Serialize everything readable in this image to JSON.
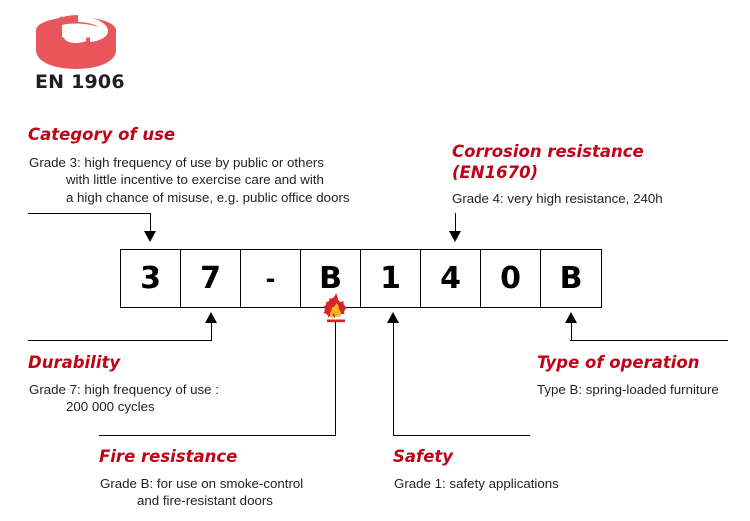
{
  "logo": {
    "icon": "rotating-arrow-cylinder-icon",
    "caption": "EN 1906",
    "mark_color": "#e8565c",
    "caption_color": "#231f20"
  },
  "theme": {
    "heading_color": "#c00418",
    "text_color": "#231f20",
    "line_color": "#000000",
    "flame_outer_color": "#d8232a",
    "flame_inner_color": "#f5b324"
  },
  "code": {
    "cells": [
      {
        "value": "3",
        "meaning": "category-of-use"
      },
      {
        "value": "7",
        "meaning": "durability"
      },
      {
        "value": "-",
        "meaning": "unused"
      },
      {
        "value": "B",
        "meaning": "fire-resistance"
      },
      {
        "value": "1",
        "meaning": "safety"
      },
      {
        "value": "4",
        "meaning": "corrosion-resistance"
      },
      {
        "value": "0",
        "meaning": "unused"
      },
      {
        "value": "B",
        "meaning": "type-of-operation"
      }
    ]
  },
  "sections": {
    "category_of_use": {
      "heading": "Category of use",
      "lines": [
        "Grade 3: high frequency of use by public or others",
        "          with little incentive to exercise care and with",
        "          a high chance of misuse, e.g. public office doors"
      ]
    },
    "corrosion_resistance": {
      "heading_line1": "Corrosion resistance",
      "heading_line2": "(EN1670)",
      "lines": [
        "Grade 4: very high resistance, 240h"
      ]
    },
    "durability": {
      "heading": "Durability",
      "lines": [
        "Grade 7: high frequency of use :",
        "          200 000 cycles"
      ]
    },
    "fire_resistance": {
      "heading": "Fire resistance",
      "icon": "flame-icon",
      "lines": [
        "Grade B: for use on smoke-control",
        "          and fire-resistant doors"
      ]
    },
    "safety": {
      "heading": "Safety",
      "lines": [
        "Grade 1: safety applications"
      ]
    },
    "type_of_operation": {
      "heading": "Type of operation",
      "lines": [
        "Type B: spring-loaded furniture"
      ]
    }
  }
}
